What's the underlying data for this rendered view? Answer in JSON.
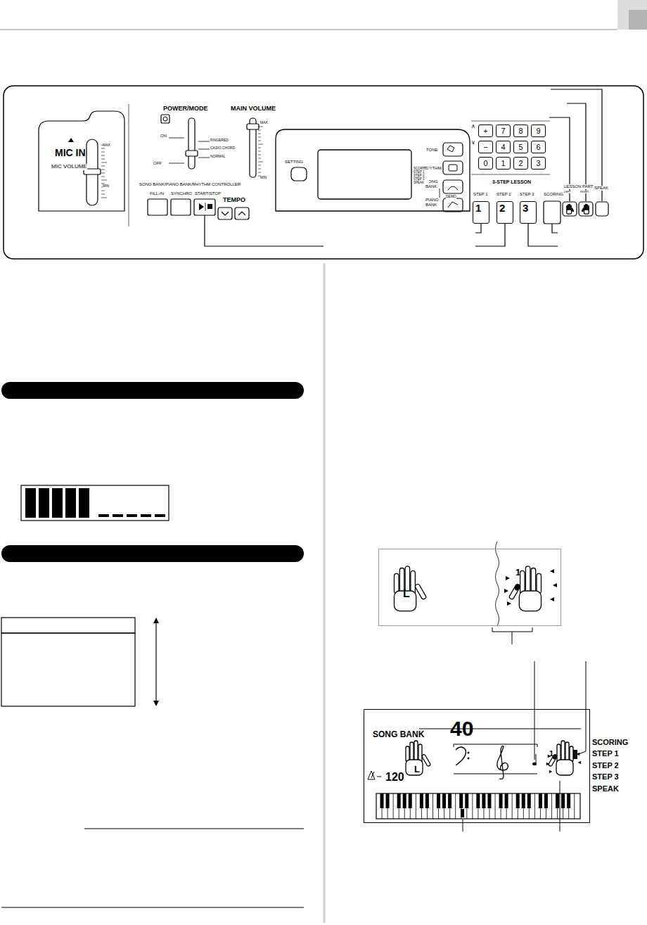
{
  "diagram": {
    "nodes": [
      {
        "text": [
          "+"
        ]
      },
      {
        "text": [
          "7"
        ]
      },
      {
        "text": [
          "8"
        ]
      },
      {
        "text": [
          "9"
        ]
      },
      {
        "text": [
          "−"
        ]
      },
      {
        "text": [
          "4"
        ]
      },
      {
        "text": [
          "5"
        ]
      },
      {
        "text": [
          "6"
        ]
      },
      {
        "text": [
          "0"
        ]
      },
      {
        "text": [
          "1"
        ]
      },
      {
        "text": [
          "2"
        ]
      },
      {
        "text": [
          "3"
        ]
      },
      {
        "text": [
          "1"
        ]
      },
      {
        "text": [
          "2"
        ]
      },
      {
        "text": [
          "3"
        ]
      },
      {
        "text": [
          "L",
          "1"
        ]
      },
      {
        "text": [
          "SONG BANK",
          "40",
          "L",
          "1",
          "120"
        ]
      }
    ],
    "labels": [
      "MIC IN",
      "MIC VOLUME",
      "MAX",
      "MIN",
      "POWER/MODE",
      "ON",
      "OFF",
      "FINGERED",
      "CASIO CHORD",
      "NORMAL",
      "MAIN VOLUME",
      "MAX",
      "MIN",
      "SONG BANK/PIANO BANK/RHYTHM CONTROLLER",
      "FILL-IN",
      "SYNCHRO",
      "START/STOP",
      "TEMPO",
      "SETTING",
      "TONE",
      "RHYTHM",
      "SONG BANK",
      "PIANO BANK",
      "DEMO",
      "SCORING STEP 1 STEP 2 STEP 3 SPEAK",
      "∧",
      "∨",
      "3-STEP LESSON",
      "STEP 1",
      "STEP 2",
      "STEP 3",
      "SCORING",
      "LESSON PART",
      "LEFT",
      "RIGHT",
      "SPEAK",
      "SCORING",
      "STEP 1",
      "STEP 2",
      "STEP 3",
      "SPEAK"
    ]
  }
}
